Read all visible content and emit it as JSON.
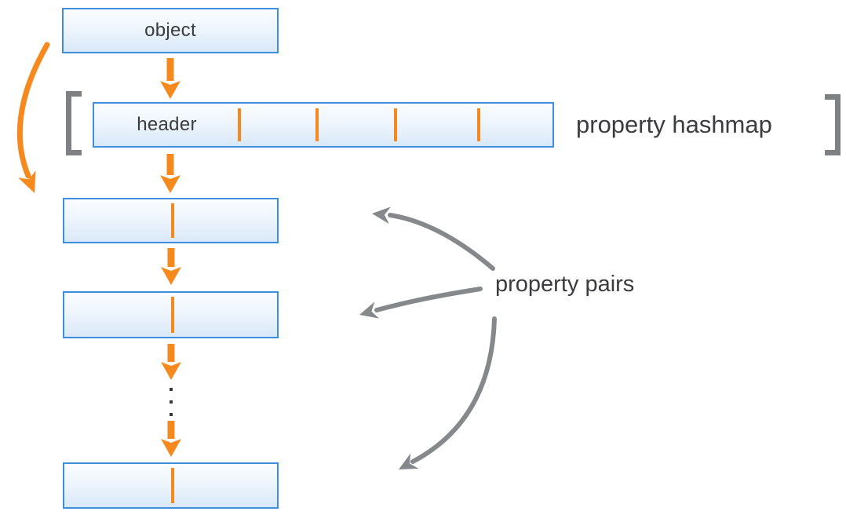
{
  "diagram": {
    "object_box": {
      "label": "object"
    },
    "hashmap": {
      "header_label": "header",
      "annotation": "property hashmap",
      "cells": [
        "header",
        "",
        "",
        "",
        ""
      ],
      "slot_divider_count": 4
    },
    "pairs": {
      "annotation": "property pairs",
      "visible_box_count": 3,
      "ellipsis_dot_count": 3
    },
    "colors": {
      "accent_orange": "#f6891e",
      "box_border_blue": "#3e8ede",
      "box_fill_top": "#fbfdff",
      "box_fill_bottom": "#d9e8f8",
      "annotation_gray": "#85898c",
      "bracket_gray": "#7d8184",
      "text_color": "#3a3c3e"
    }
  }
}
